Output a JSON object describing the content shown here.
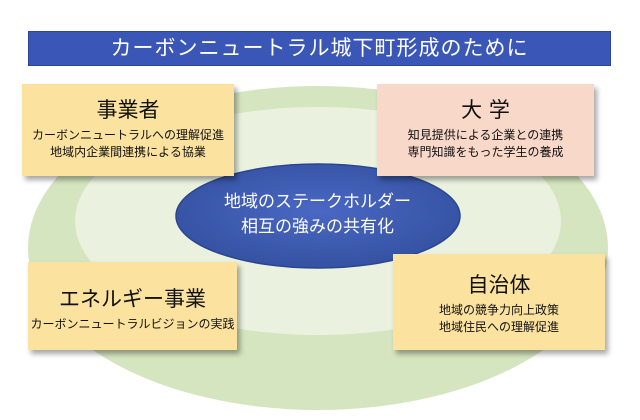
{
  "title": "カーボンニュートラル城下町形成のために",
  "center": {
    "line1": "地域のステークホルダー",
    "line2": "相互の強みの共有化"
  },
  "stakeholders": {
    "business": {
      "title": "事業者",
      "lines": [
        "カーボンニュートラルへの理解促進",
        "地域内企業間連携による協業"
      ]
    },
    "university": {
      "title": "大 学",
      "lines": [
        "知見提供による企業との連携",
        "専門知識をもった学生の養成"
      ]
    },
    "energy": {
      "title": "エネルギー事業",
      "lines": [
        "カーボンニュートラルビジョンの実践"
      ]
    },
    "municipality": {
      "title": "自治体",
      "lines": [
        "地域の競争力向上政策",
        "地域住民への理解促進"
      ]
    }
  },
  "colors": {
    "title_bar": "#3a57b7",
    "outer_ring": "#d5e5bf",
    "inner_ring": "#eaf2df",
    "center_ellipse": "#3d5bb4",
    "box_yellow": "#fbe29f",
    "box_pink": "#f8d8c9"
  }
}
